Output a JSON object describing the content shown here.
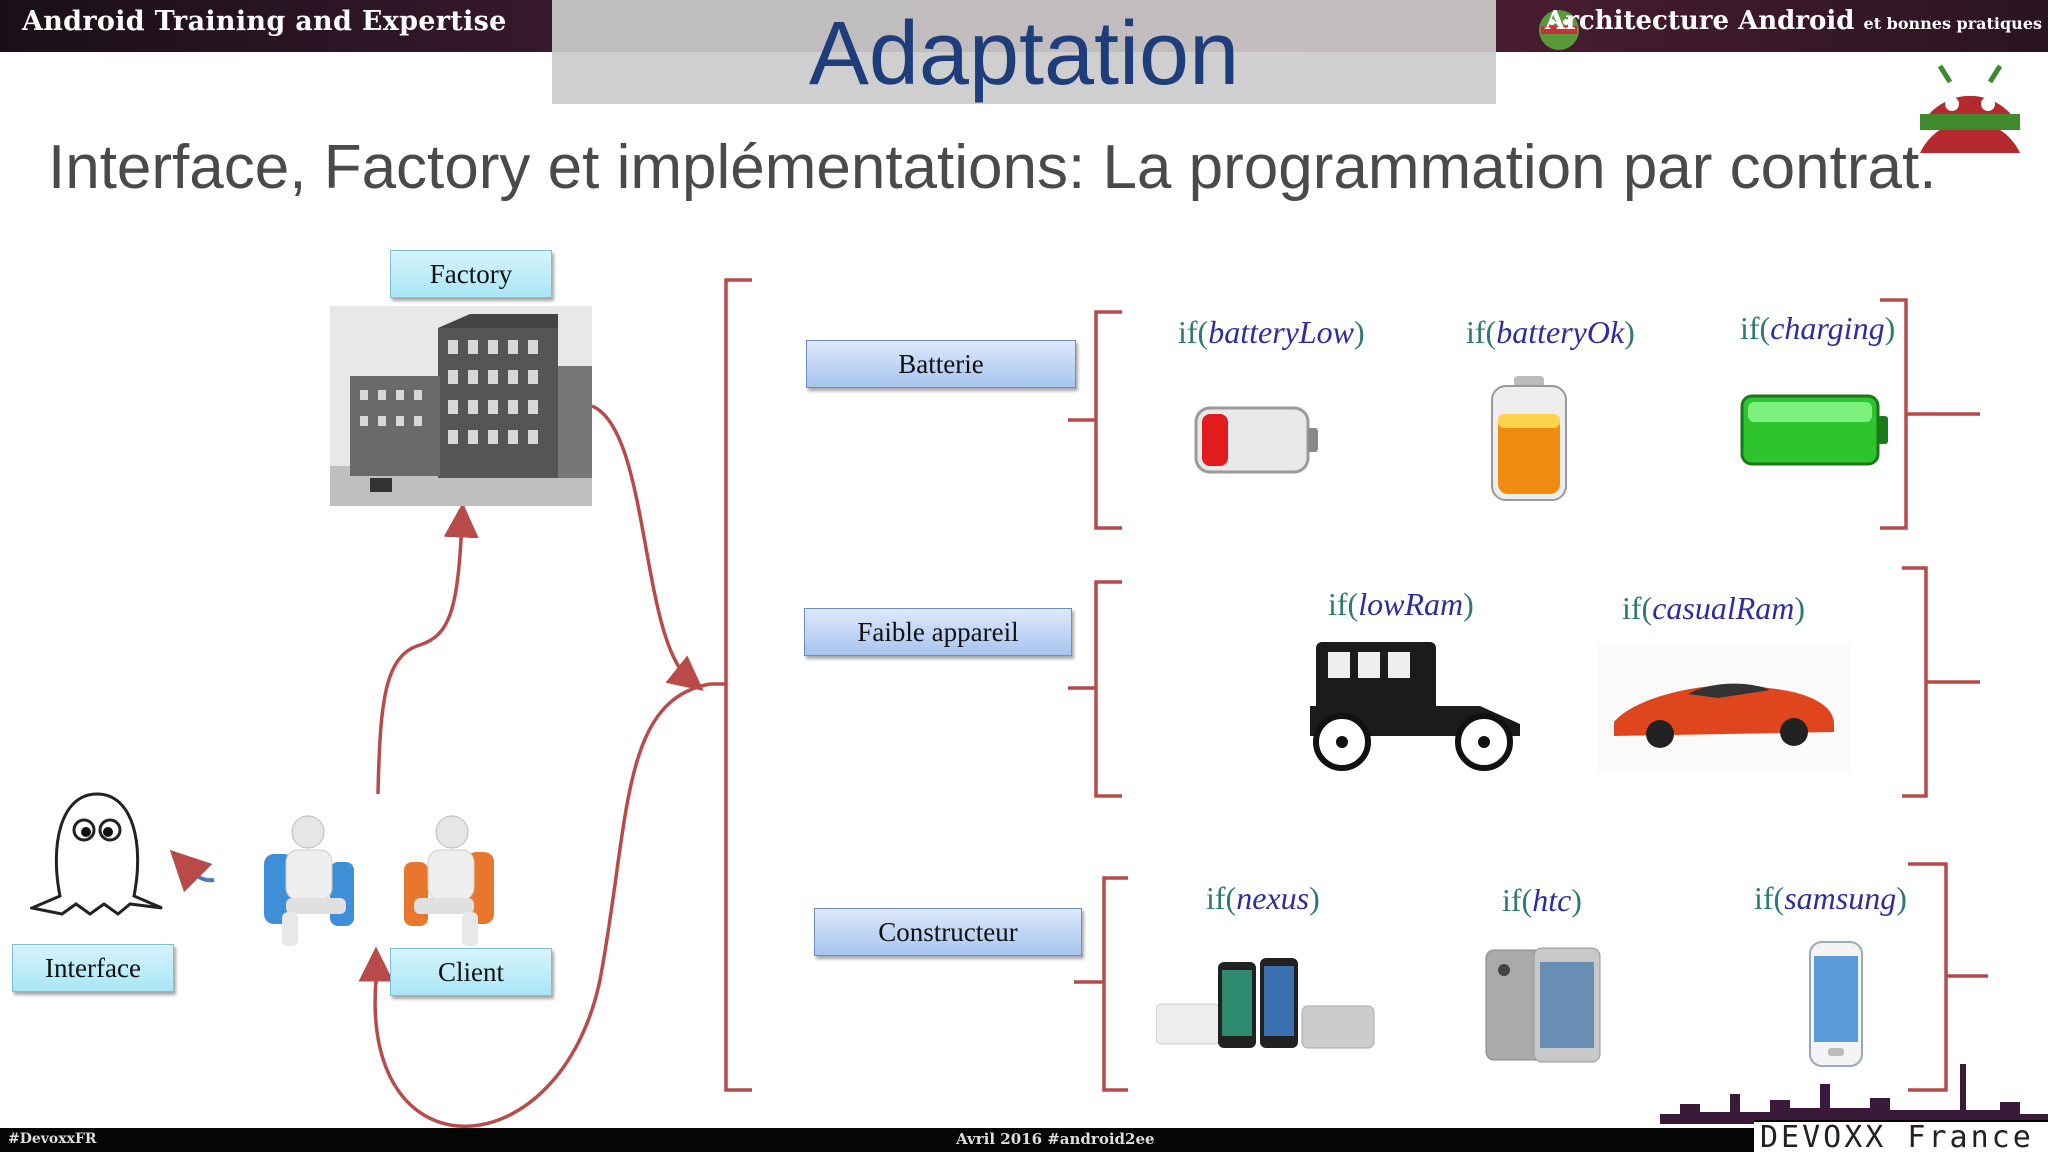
{
  "header": {
    "left_brand": "Android Training and Expertise",
    "right_brand": "Architecture Android",
    "right_brand_small": "et bonnes pratiques",
    "title": "Adaptation"
  },
  "subtitle": "Interface, Factory et implémentations: La programmation par contrat.",
  "nodes": {
    "factory": "Factory",
    "interface": "Interface",
    "client": "Client"
  },
  "categories": [
    {
      "label": "Batterie",
      "conditions": [
        {
          "prefix": "if(",
          "name": "batteryLow",
          "suffix": ")"
        },
        {
          "prefix": "if(",
          "name": "batteryOk",
          "suffix": ")"
        },
        {
          "prefix": "if(",
          "name": "charging",
          "suffix": ")"
        }
      ]
    },
    {
      "label": "Faible appareil",
      "conditions": [
        {
          "prefix": "if(",
          "name": "lowRam",
          "suffix": ")"
        },
        {
          "prefix": "if(",
          "name": "casualRam",
          "suffix": ")"
        }
      ]
    },
    {
      "label": "Constructeur",
      "conditions": [
        {
          "prefix": "if(",
          "name": "nexus",
          "suffix": ")"
        },
        {
          "prefix": "if(",
          "name": "htc",
          "suffix": ")"
        },
        {
          "prefix": "if(",
          "name": "samsung",
          "suffix": ")"
        }
      ]
    }
  ],
  "footer": {
    "hashtag": "#DevoxxFR",
    "event": "Avril 2016  #android2ee",
    "logo": "DEVOXX France"
  },
  "colors": {
    "bracket": "#b84a4a",
    "title": "#1f3d7a",
    "condition_name": "#2f2ca0",
    "condition_keyword": "#2d7a6e"
  }
}
